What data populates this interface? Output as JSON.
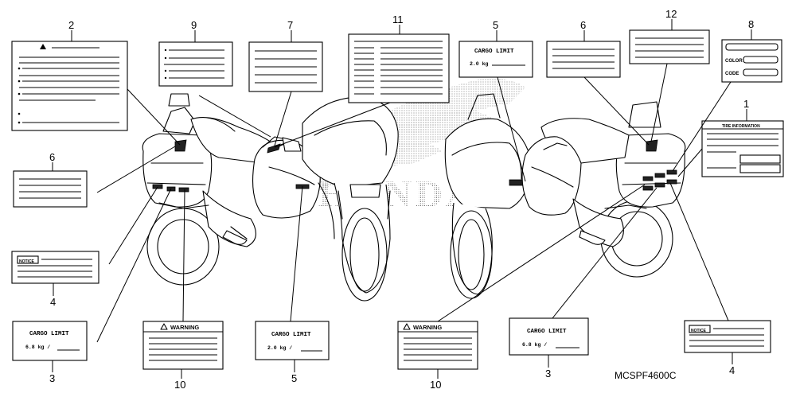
{
  "diagram_code": "MCSPF4600C",
  "watermark_text": "HONDA",
  "callouts": [
    {
      "num": "1",
      "label_title": "TIRE INFORMATION"
    },
    {
      "num": "2"
    },
    {
      "num": "3",
      "label_title": "CARGO LIMIT",
      "label_value": "6.8 kg /"
    },
    {
      "num": "3",
      "label_title": "CARGO LIMIT",
      "label_value": "6.8 kg /"
    },
    {
      "num": "4",
      "label_title": "NOTICE"
    },
    {
      "num": "4",
      "label_title": "NOTICE"
    },
    {
      "num": "5",
      "label_title": "CARGO LIMIT",
      "label_value": "2.0 kg"
    },
    {
      "num": "5",
      "label_title": "CARGO LIMIT",
      "label_value": "2.0 kg /"
    },
    {
      "num": "6"
    },
    {
      "num": "6"
    },
    {
      "num": "7"
    },
    {
      "num": "8",
      "label_color": "COLOR",
      "label_code": "CODE"
    },
    {
      "num": "9"
    },
    {
      "num": "10",
      "label_title": "WARNING"
    },
    {
      "num": "10",
      "label_title": "WARNING"
    },
    {
      "num": "11"
    },
    {
      "num": "12"
    }
  ],
  "icons": {
    "warning": "warning-triangle-icon"
  }
}
